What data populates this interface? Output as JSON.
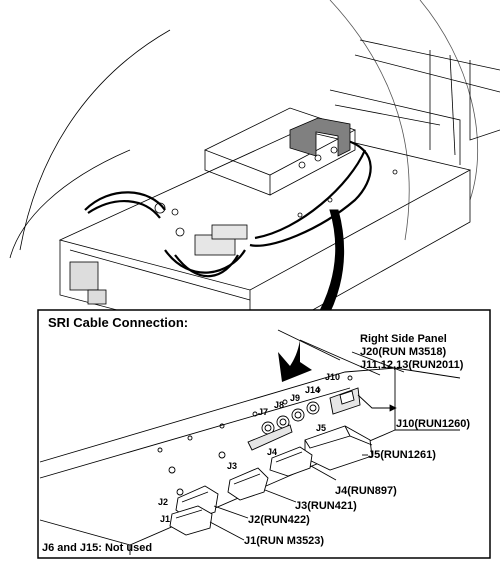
{
  "detail_title": "SRI Cable Connection:",
  "panel": {
    "line1": "Right Side Panel",
    "line2": "J20(RUN M3518)",
    "line3": "J11,12,13(RUN2011)"
  },
  "callouts": {
    "j10": "J10(RUN1260)",
    "j5": "J5(RUN1261)",
    "j4": "J4(RUN897)",
    "j3": "J3(RUN421)",
    "j2": "J2(RUN422)",
    "j1": "J1(RUN M3523)"
  },
  "connector_labels": {
    "j7": "J7",
    "j8": "J8",
    "j9": "J9",
    "j14": "J14",
    "j10": "J10",
    "j5": "J5",
    "j4": "J4",
    "j3": "J3",
    "j2": "J2",
    "j1": "J1"
  },
  "footnote": "J6 and J15: Not used",
  "colors": {
    "ink": "#000000",
    "highlight": "#808080",
    "background": "#ffffff"
  }
}
